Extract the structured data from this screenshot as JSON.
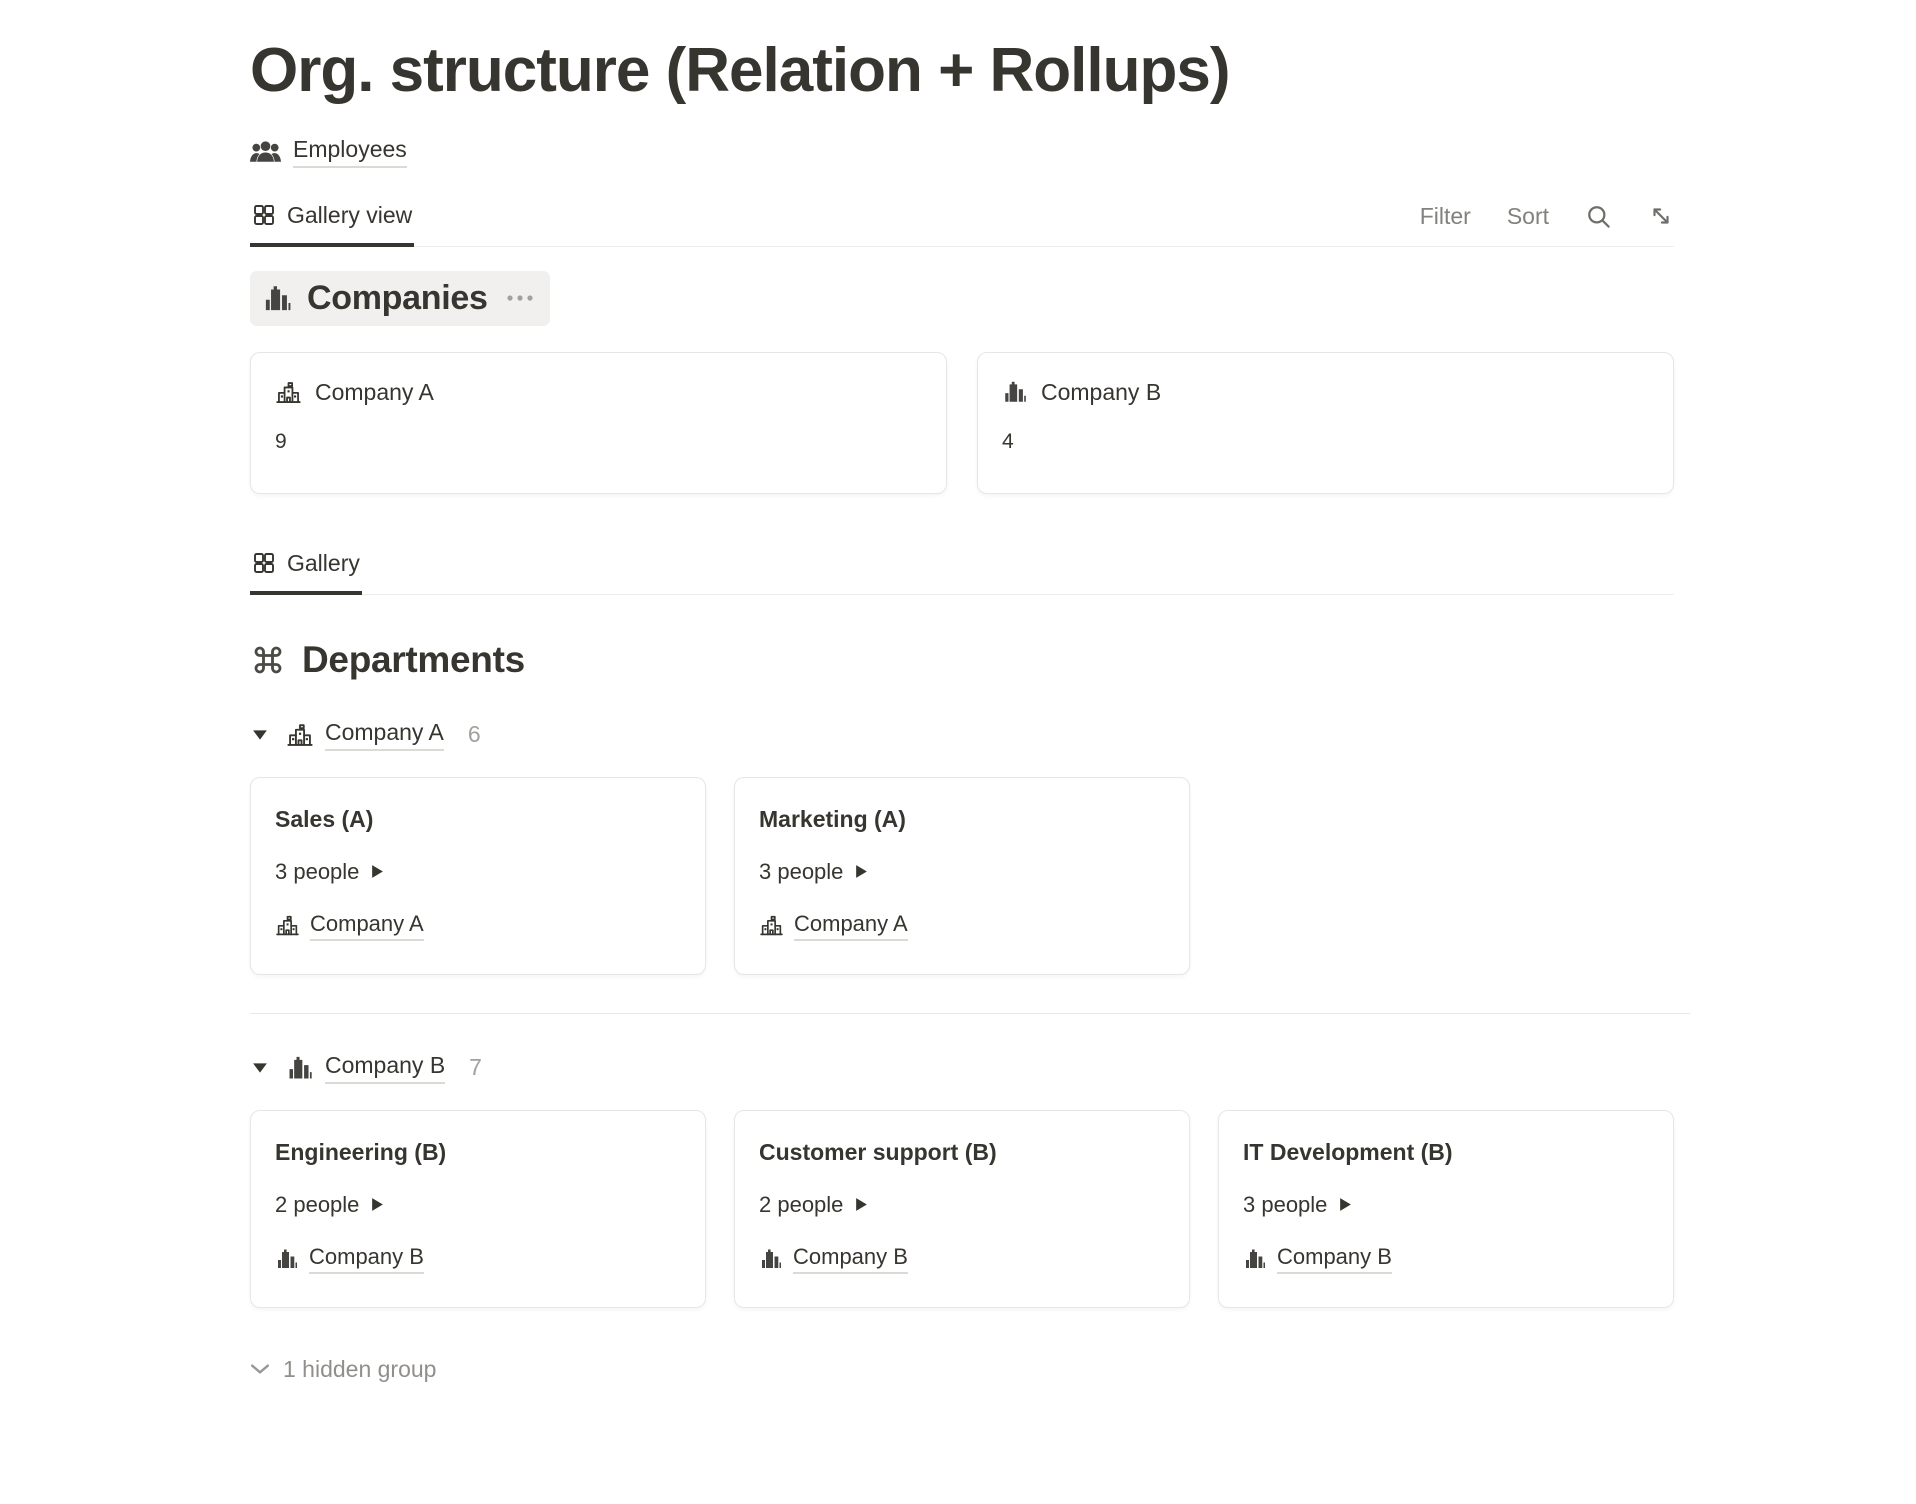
{
  "page": {
    "title": "Org. structure (Relation + Rollups)"
  },
  "breadcrumb": {
    "label": "Employees",
    "icon": "people-icon"
  },
  "toolbar": {
    "tab_label": "Gallery view",
    "tab_icon": "grid-icon",
    "filter_label": "Filter",
    "sort_label": "Sort",
    "search": "search-icon",
    "expand": "expand-diagonal-icon"
  },
  "companies": {
    "title": "Companies",
    "icon": "city-buildings-icon",
    "menu": "ellipsis-icon",
    "cards": [
      {
        "name": "Company A",
        "value": "9",
        "icon": "school-building-icon"
      },
      {
        "name": "Company B",
        "value": "4",
        "icon": "city-buildings-icon"
      }
    ]
  },
  "gallery": {
    "tab_label": "Gallery",
    "tab_icon": "grid-icon"
  },
  "departments": {
    "title": "Departments",
    "icon": "command-icon",
    "groups": [
      {
        "name": "Company A",
        "count": "6",
        "icon": "school-building-icon",
        "toggle": "triangle-down-icon",
        "cards": [
          {
            "title": "Sales (A)",
            "people": "3 people",
            "people_icon": "play-icon",
            "company": "Company A",
            "company_icon": "school-building-icon"
          },
          {
            "title": "Marketing (A)",
            "people": "3 people",
            "people_icon": "play-icon",
            "company": "Company A",
            "company_icon": "school-building-icon"
          }
        ]
      },
      {
        "name": "Company B",
        "count": "7",
        "icon": "city-buildings-icon",
        "toggle": "triangle-down-icon",
        "cards": [
          {
            "title": "Engineering (B)",
            "people": "2 people",
            "people_icon": "play-icon",
            "company": "Company B",
            "company_icon": "city-buildings-icon"
          },
          {
            "title": "Customer support (B)",
            "people": "2 people",
            "people_icon": "play-icon",
            "company": "Company B",
            "company_icon": "city-buildings-icon"
          },
          {
            "title": "IT Development (B)",
            "people": "3 people",
            "people_icon": "play-icon",
            "company": "Company B",
            "company_icon": "city-buildings-icon"
          }
        ]
      }
    ]
  },
  "footer": {
    "hidden_group": "1 hidden group",
    "icon": "chevron-down-icon"
  },
  "colors": {
    "text": "#37352f",
    "muted": "#82817d",
    "count_muted": "#a2a09c",
    "border": "#e7e6e3",
    "pill_bg": "#f1f0ee",
    "tab_underline": "#37352f",
    "link_underline": "#dcdad5"
  }
}
